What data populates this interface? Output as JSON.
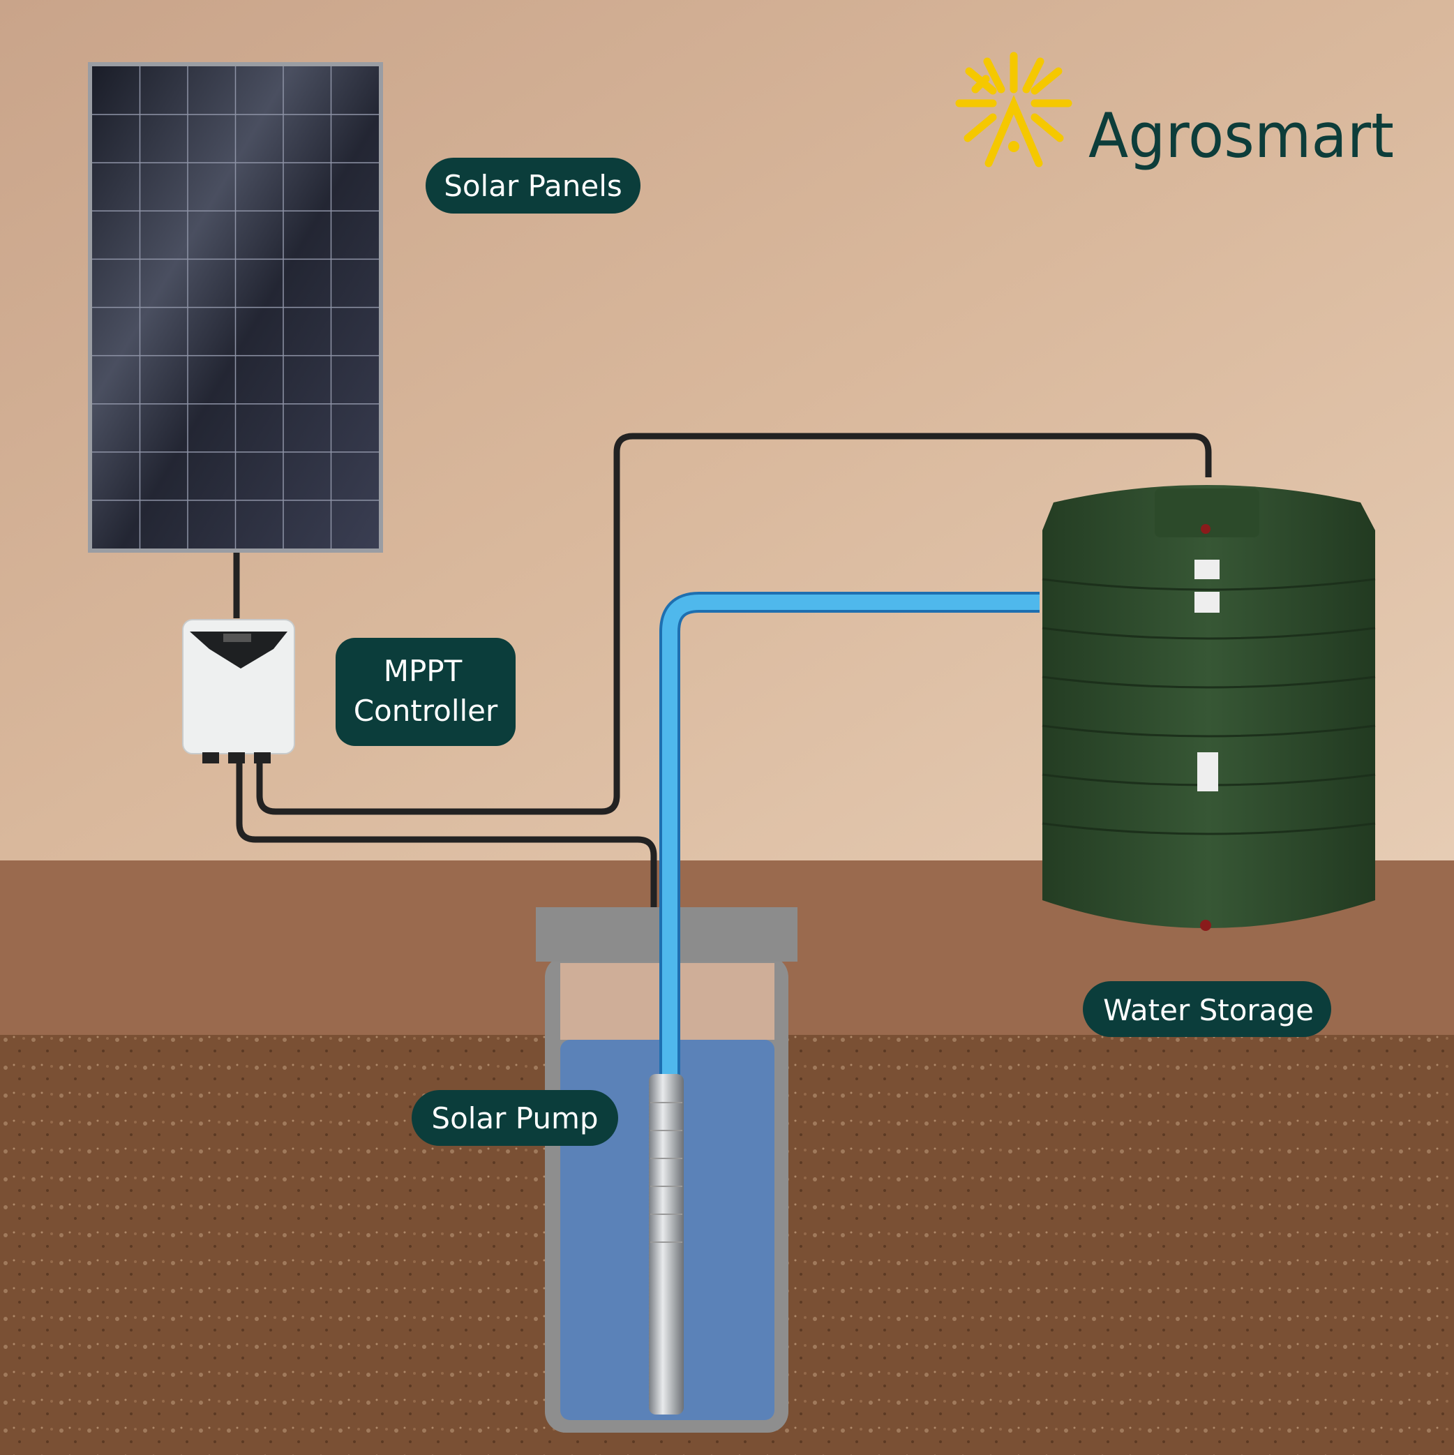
{
  "brand": {
    "name": "Agrosmart",
    "icon": "sun-icon",
    "icon_color": "#f5c800",
    "text_color": "#0d3d3a"
  },
  "labels": {
    "solar_panels": "Solar Panels",
    "mppt_line1": "MPPT",
    "mppt_line2": "Controller",
    "water_storage": "Water Storage",
    "solar_pump": "Solar Pump"
  },
  "colors": {
    "label_bg": "#0b3d3b",
    "water_pipe": "#4fb8ec",
    "cable": "#222222",
    "tank": "#2f4a2c",
    "water": "#5b82b8"
  }
}
